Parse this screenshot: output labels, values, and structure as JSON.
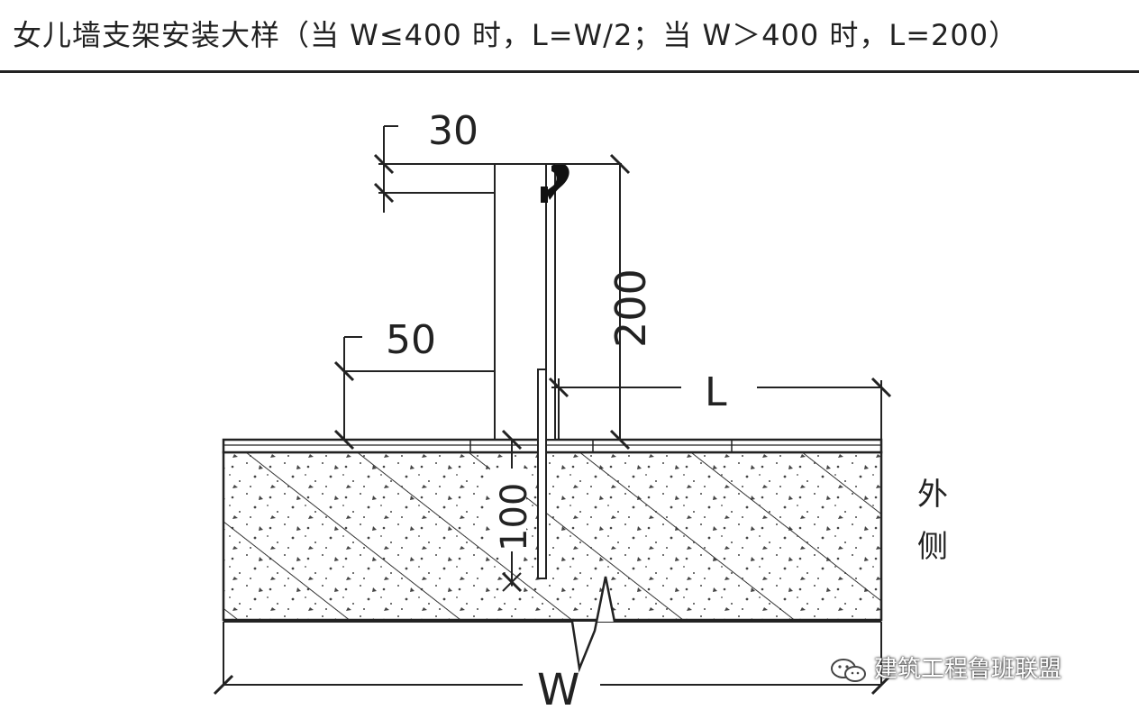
{
  "title": "女儿墙支架安装大样（当 W≤400 时，L=W/2；当 W＞400 时，L=200）",
  "dimensions": {
    "d30": "30",
    "d50": "50",
    "d200": "200",
    "d100": "100",
    "dL": "L",
    "dW": "W"
  },
  "side_label": [
    "外",
    "侧"
  ],
  "watermark": "建筑工程鲁班联盟",
  "icons": [
    "wechat-logo-icon"
  ]
}
